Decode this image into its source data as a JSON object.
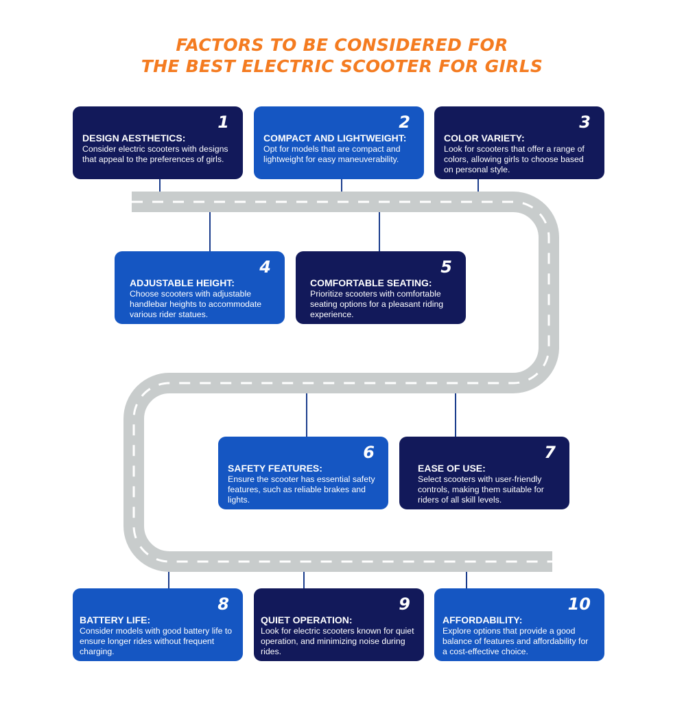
{
  "title": {
    "line1": "FACTORS TO BE CONSIDERED FOR",
    "line2": "THE BEST ELECTRIC SCOOTER FOR GIRLS"
  },
  "colors": {
    "title": "#F47B20",
    "dark_card": "#12195A",
    "light_card": "#1556C2",
    "road": "#C8CCCC",
    "lane_marking": "#FFFFFF",
    "connector": "#1A3C8C"
  },
  "factors": [
    {
      "number": "1",
      "heading": "DESIGN AESTHETICS:",
      "text": "Consider electric scooters with designs that appeal to the preferences of girls.",
      "style": "dark"
    },
    {
      "number": "2",
      "heading": "COMPACT AND LIGHTWEIGHT:",
      "text": "Opt for models that are compact and lightweight for easy maneuverability.",
      "style": "light"
    },
    {
      "number": "3",
      "heading": "COLOR VARIETY:",
      "text": "Look for scooters that offer a range of colors, allowing girls to choose based on personal style.",
      "style": "dark"
    },
    {
      "number": "4",
      "heading": "ADJUSTABLE HEIGHT:",
      "text": "Choose scooters with adjustable handlebar heights to accommodate various rider statues.",
      "style": "light"
    },
    {
      "number": "5",
      "heading": "COMFORTABLE SEATING:",
      "text": "Prioritize scooters with comfortable seating options for a pleasant riding experience.",
      "style": "dark"
    },
    {
      "number": "6",
      "heading": "SAFETY FEATURES:",
      "text": "Ensure the scooter has essential safety features, such as reliable brakes and lights.",
      "style": "light"
    },
    {
      "number": "7",
      "heading": "EASE OF USE:",
      "text": "Select scooters with user-friendly controls, making them suitable for riders of all skill levels.",
      "style": "dark"
    },
    {
      "number": "8",
      "heading": "BATTERY LIFE:",
      "text": "Consider models with good battery life to ensure longer rides without frequent charging.",
      "style": "light"
    },
    {
      "number": "9",
      "heading": "QUIET OPERATION:",
      "text": "Look for electric scooters known for quiet operation, and minimizing noise during rides.",
      "style": "dark"
    },
    {
      "number": "10",
      "heading": "AFFORDABILITY:",
      "text": "Explore options that provide a good balance of features and affordability for a cost-effective choice.",
      "style": "light"
    }
  ]
}
